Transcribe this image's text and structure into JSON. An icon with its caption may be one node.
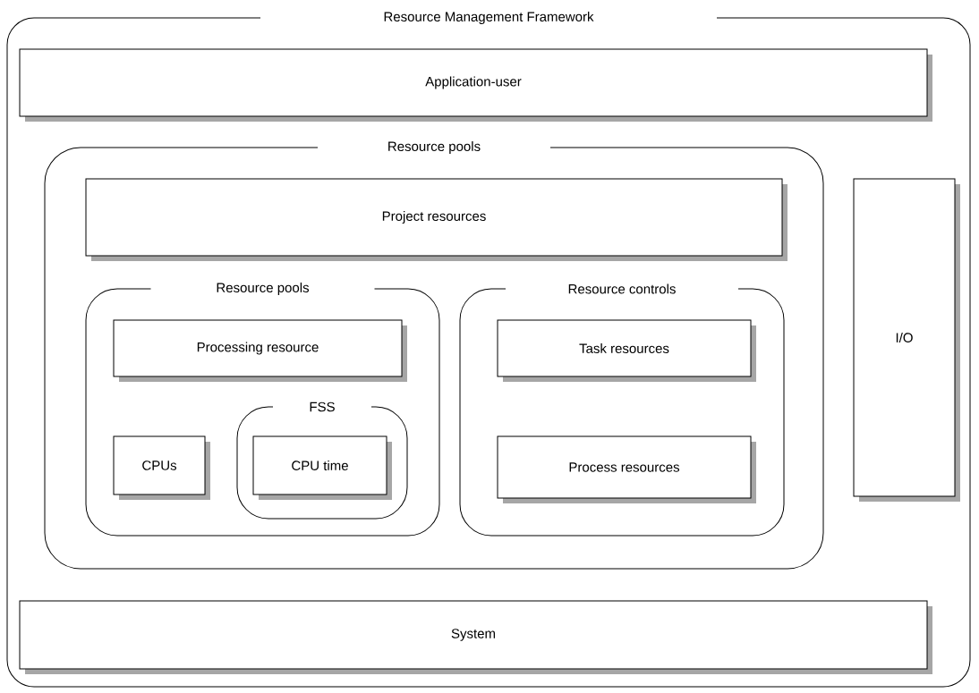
{
  "diagram": {
    "nodes": [
      {
        "text": [
          "Resource Management Framework"
        ]
      },
      {
        "text": [
          "Application-user"
        ],
        "in": 0
      },
      {
        "text": [
          "Resource pools"
        ],
        "in": 0
      },
      {
        "text": [
          "Project resources"
        ],
        "in": 2
      },
      {
        "text": [
          "Resource pools"
        ],
        "in": 2
      },
      {
        "text": [
          "Processing resource"
        ],
        "in": 4
      },
      {
        "text": [
          "CPUs"
        ],
        "in": 4
      },
      {
        "text": [
          "FSS"
        ],
        "in": 4
      },
      {
        "text": [
          "CPU time"
        ],
        "in": 7
      },
      {
        "text": [
          "Resource controls"
        ],
        "in": 2
      },
      {
        "text": [
          "Task resources"
        ],
        "in": 9
      },
      {
        "text": [
          "Process resources"
        ],
        "in": 9
      },
      {
        "text": [
          "I/O"
        ],
        "in": 0
      },
      {
        "text": [
          "System"
        ],
        "in": 0
      }
    ]
  }
}
